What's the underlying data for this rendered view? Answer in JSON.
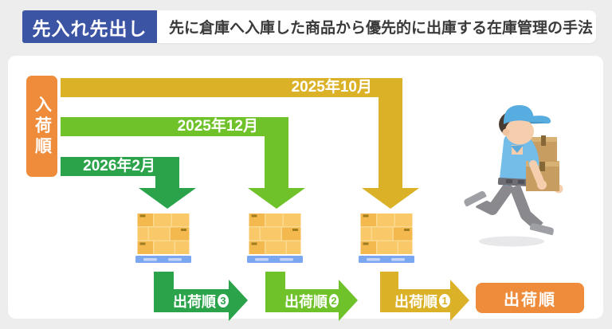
{
  "header": {
    "title": "先入れ先出し",
    "description": "先に倉庫へ入庫した商品から優先的に出庫する在庫管理の手法"
  },
  "diagram": {
    "inbound_label": "入荷順",
    "arrivals": [
      {
        "date": "2025年10月",
        "color": "#dbb227"
      },
      {
        "date": "2025年12月",
        "color": "#6fc22a"
      },
      {
        "date": "2026年2月",
        "color": "#2aa34b"
      }
    ],
    "ship_arrows": [
      {
        "label": "出荷順",
        "number": "3",
        "color": "#2aa34b"
      },
      {
        "label": "出荷順",
        "number": "2",
        "color": "#6fc22a"
      },
      {
        "label": "出荷順",
        "number": "1",
        "color": "#dbb227"
      }
    ],
    "outbound_label": "出荷順"
  },
  "colors": {
    "background": "#ededee",
    "panel": "#ffffff",
    "header_blue": "#3b54a4",
    "accent_orange": "#ee8c3c",
    "arrow_yellow": "#dbb227",
    "arrow_light_green": "#6fc22a",
    "arrow_dark_green": "#2aa34b",
    "pallet_blue": "#7ba6f0",
    "box_tan": "#f9c869"
  },
  "illustrations": [
    "pallet-boxes-icon",
    "delivery-person-running-icon"
  ]
}
